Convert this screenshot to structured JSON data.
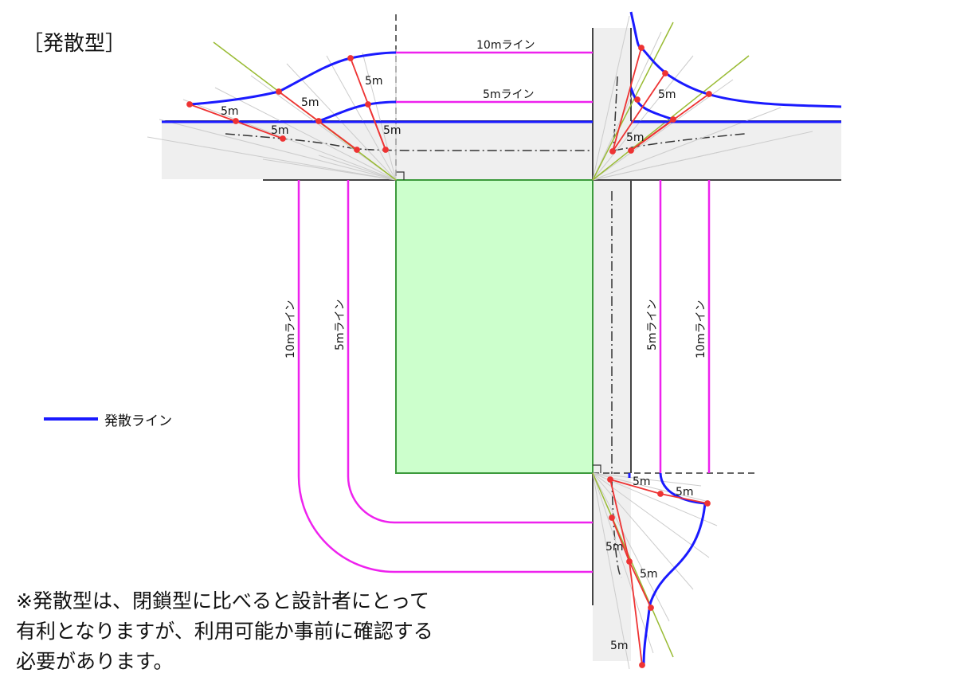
{
  "title": "［発散型］",
  "legend": {
    "label": "発散ライン",
    "color": "#1a1aff"
  },
  "labels": {
    "line_10m": "10mライン",
    "line_5m": "5mライン",
    "dist_5m": "5m"
  },
  "note": {
    "line1": "※発散型は、閉鎖型に比べると設計者にとって",
    "line2": "有利となりますが、利用可能か事前に確認する",
    "line3": "必要があります。"
  },
  "colors": {
    "road": "#efefef",
    "site_fill": "#ccffcc",
    "site_stroke": "#3c9a3c",
    "divergence_line": "#1a1aff",
    "offset_lines": "#ee22ee",
    "distance_marks": "#ee3333",
    "sight_lines": "#99bb33"
  }
}
